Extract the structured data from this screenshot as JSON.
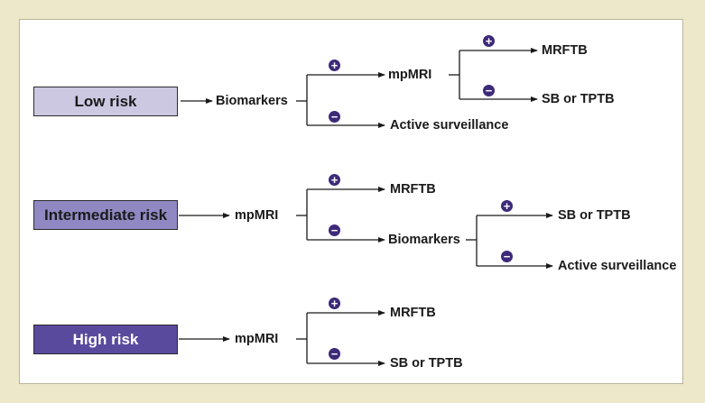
{
  "colors": {
    "low": "#ccc8e2",
    "intermediate": "#9088c2",
    "high": "#5a4a9e",
    "sign": "#3d2a78",
    "line": "#1a1a1a"
  },
  "low": {
    "box": "Low risk",
    "first": "Biomarkers",
    "pos": "mpMRI",
    "pos_pos": "MRFTB",
    "pos_neg": "SB or TPTB",
    "neg": "Active surveillance"
  },
  "intermediate": {
    "box": "Intermediate risk",
    "first": "mpMRI",
    "pos": "MRFTB",
    "neg": "Biomarkers",
    "neg_pos": "SB or TPTB",
    "neg_neg": "Active surveillance"
  },
  "high": {
    "box": "High risk",
    "first": "mpMRI",
    "pos": "MRFTB",
    "neg": "SB or TPTB"
  },
  "signs": {
    "plus": "+",
    "minus": "−"
  }
}
